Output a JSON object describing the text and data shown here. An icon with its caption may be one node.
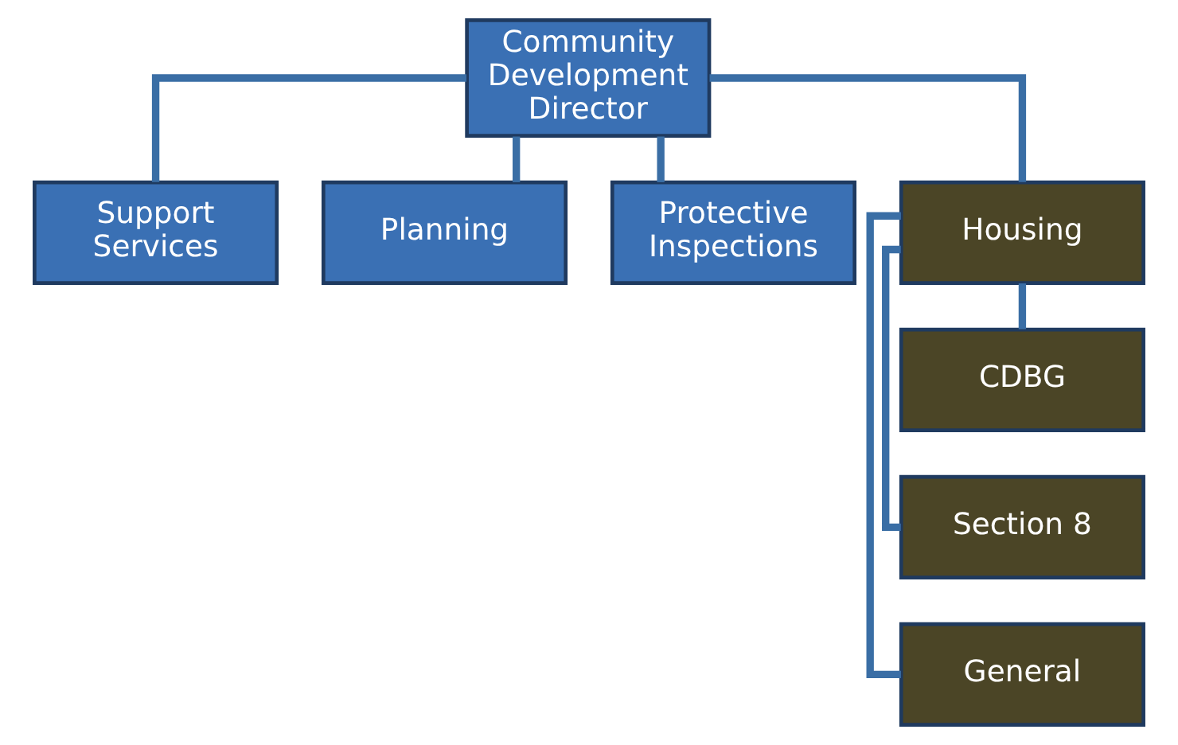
{
  "diagram": {
    "nodes": [
      {
        "text": [
          "Community Development Director"
        ]
      },
      {
        "text": [
          "Support Services"
        ]
      },
      {
        "text": [
          "Planning"
        ]
      },
      {
        "text": [
          "Protective Inspections"
        ]
      },
      {
        "text": [
          "Housing"
        ]
      },
      {
        "text": [
          "CDBG"
        ]
      },
      {
        "text": [
          "Section 8"
        ]
      },
      {
        "text": [
          "General"
        ]
      }
    ],
    "edges": [
      {
        "from": 0,
        "to": 1,
        "arrow": "none"
      },
      {
        "from": 0,
        "to": 2,
        "arrow": "none"
      },
      {
        "from": 0,
        "to": 3,
        "arrow": "none"
      },
      {
        "from": 0,
        "to": 4,
        "arrow": "none"
      },
      {
        "from": 4,
        "to": 5,
        "arrow": "none"
      },
      {
        "from": 4,
        "to": 6,
        "arrow": "none"
      },
      {
        "from": 4,
        "to": 7,
        "arrow": "none"
      }
    ]
  }
}
